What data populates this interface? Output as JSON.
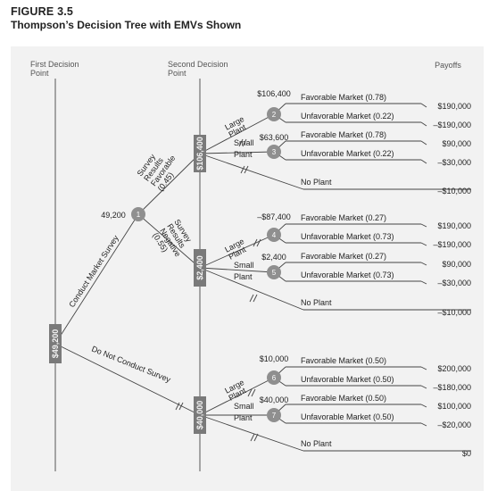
{
  "caption": {
    "number": "FIGURE 3.5",
    "title": "Thompson’s Decision Tree with EMVs Shown"
  },
  "headers": {
    "first_decision": [
      "First Decision",
      "Point"
    ],
    "second_decision": [
      "Second Decision",
      "Point"
    ],
    "payoffs": "Payoffs"
  },
  "root": {
    "emv": "$49,200"
  },
  "main_branches": {
    "conduct": "Conduct Market Survey",
    "do_not_conduct": "Do Not Conduct Survey"
  },
  "survey_node": {
    "number": "1",
    "emv": "49,200",
    "favorable": [
      "Survey",
      "Results",
      "Favorable",
      "(0.45)"
    ],
    "negative": [
      "Survey",
      "Results",
      "Negative",
      "(0.55)"
    ]
  },
  "decisions": [
    {
      "emv": "$106,400",
      "large_plant": [
        "Large",
        "Plant"
      ],
      "small_plant": [
        "Small",
        "Plant"
      ],
      "no_plant": "No Plant",
      "no_plant_payoff": "–$10,000",
      "chance_nodes": [
        {
          "number": "2",
          "emv": "$106,400",
          "outcomes": [
            {
              "label": "Favorable Market (0.78)",
              "payoff": "$190,000"
            },
            {
              "label": "Unfavorable Market (0.22)",
              "payoff": "–$190,000"
            }
          ]
        },
        {
          "number": "3",
          "emv": "$63,600",
          "outcomes": [
            {
              "label": "Favorable Market (0.78)",
              "payoff": "$90,000"
            },
            {
              "label": "Unfavorable Market (0.22)",
              "payoff": "–$30,000"
            }
          ]
        }
      ]
    },
    {
      "emv": "$2,400",
      "large_plant": [
        "Large",
        "Plant"
      ],
      "small_plant": [
        "Small",
        "Plant"
      ],
      "no_plant": "No Plant",
      "no_plant_payoff": "–$10,000",
      "chance_nodes": [
        {
          "number": "4",
          "emv": "–$87,400",
          "outcomes": [
            {
              "label": "Favorable Market (0.27)",
              "payoff": "$190,000"
            },
            {
              "label": "Unfavorable Market (0.73)",
              "payoff": "–$190,000"
            }
          ]
        },
        {
          "number": "5",
          "emv": "$2,400",
          "outcomes": [
            {
              "label": "Favorable Market (0.27)",
              "payoff": "$90,000"
            },
            {
              "label": "Unfavorable Market (0.73)",
              "payoff": "–$30,000"
            }
          ]
        }
      ]
    },
    {
      "emv": "$40,000",
      "large_plant": [
        "Large",
        "Plant"
      ],
      "small_plant": [
        "Small",
        "Plant"
      ],
      "no_plant": "No Plant",
      "no_plant_payoff": "$0",
      "chance_nodes": [
        {
          "number": "6",
          "emv": "$10,000",
          "outcomes": [
            {
              "label": "Favorable Market (0.50)",
              "payoff": "$200,000"
            },
            {
              "label": "Unfavorable Market (0.50)",
              "payoff": "–$180,000"
            }
          ]
        },
        {
          "number": "7",
          "emv": "$40,000",
          "outcomes": [
            {
              "label": "Favorable Market (0.50)",
              "payoff": "$100,000"
            },
            {
              "label": "Unfavorable Market (0.50)",
              "payoff": "–$20,000"
            }
          ]
        }
      ]
    }
  ],
  "colors": {
    "decision_box": "#7a7a7a",
    "chance_node": "#8f8f8f",
    "panel_bg": "#f2f2f2",
    "line": "#444444"
  }
}
